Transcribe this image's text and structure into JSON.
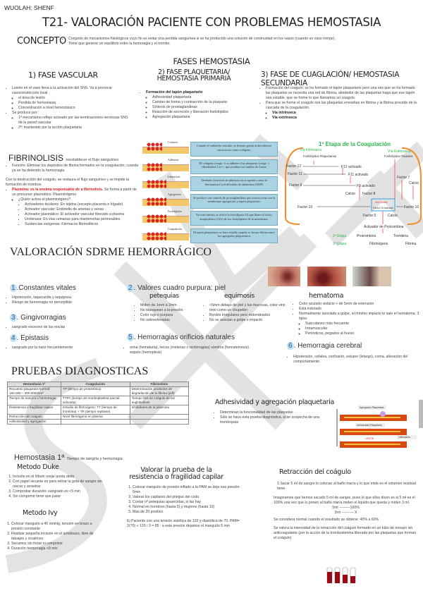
{
  "watermark_header": "WUOLAH: SHENF",
  "title": "T21- VALORACIÓN PACIENTE CON PROBLEMAS HEMOSTASIA",
  "concepto": {
    "label": "CONCEPTO",
    "items": [
      "Conjunto de mecanismos fisiológicos cuyo fin es evitar una perdida sanguínea si se ha producido una solución de continuidad en los vasos (cuando un vaso rompe).",
      "Tiene que generar un equilibrio entre la hemoragia y el trombo."
    ]
  },
  "fases": {
    "title": "FASES HEMOSTASIA",
    "vascular": {
      "title": "1) FASE VASCULAR",
      "intro": "Lesión en el vaso lleva a la activación del SNS. Va a provocar vasoconstricción local",
      "sub": [
        "el área de lesión",
        "Perdida de hemostasia",
        "Concentración a nivel hemostásico"
      ],
      "produce": "Se produce por:",
      "p1": "1º mecanismo reflejo activado por las terminaciones nerviosas SNS de la pared vascular",
      "p2": "2º: mantenido por la acción plaquetaria"
    },
    "plaquetaria": {
      "title": "2) FASE PLAQUETARIA/ HEMOSTASIA PRIMARIA",
      "main": "Formación del tapón plaquetario",
      "sub": [
        "Adhesividad plaquetaria",
        "Cambio de forma y contracción de la plaqueta",
        "Síntesis de prostaglandinas",
        "Reacción de secreción y liberación fosfolípidos",
        "Agregación plaquetaria"
      ]
    },
    "coagulacion": {
      "title": "3) FASE DE CUAGLACIÓN/ HEMOSTASIA SECUNDARIA",
      "p1": "Formación del coagulo: se ha formado el tapón plaquetario pero una vez que se ha formado las plaquetas se necesita una red de fibrina, alrededor de las plaquetas haga que ese tapón sea estable, que se forme lo que llamamos un coagulo.",
      "p2": "Para que se forme el coagulo son las plaquetas envueltas en fibrina y la fibrina procede de la cascada de la coagulación.",
      "vias": [
        "Vía intrínseca",
        "Vía extrínseca"
      ]
    }
  },
  "platelet_steps": [
    {
      "label": "Contacto",
      "text": "Cuando el endotelio vascular se lesiona queda al descubierto estructuras como colágeno"
    },
    {
      "label": "Adhesión",
      "text": "El colágeno (carga +) se adhiere a las plaquetas (carga -) liberándose Ca++, que produce un cambio de forma"
    },
    {
      "label": "Liberación",
      "text": "También favorecen la adhesión otros agentes como la Serotonina,Ca,el difosfato de adenosina (ADP)"
    },
    {
      "label": "Agregación",
      "text": "Se produce una síntesis de prostaglandinas que interacciona con la membrana: agregación y tapón plaquetario"
    },
    {
      "label": "Fosfolípidos",
      "text": "En esta síntesis se activa la fosfolipasa A2 que libera el ácido araquidónico (AA) de los fosfolípidos de la membrana."
    },
    {
      "label": "Coagulación",
      "text": "El tapón plaquetario se hace estable cuando se forma fibrina entre los agregados plaquetarios"
    }
  ],
  "cascade": {
    "title": "1º Etapa de la Coagulación",
    "intrinseca": "Vía Intrínseca",
    "extrinseca": "Vía Extrínseca",
    "fos_plaq": "Fosfolípidos Plaquetarios",
    "fos_tis": "Fosfolípidos Tisulares",
    "f12": "Factor 12",
    "f12a": "F12 activado",
    "f11": "Factor 11",
    "f11a": "F11 activado",
    "f9": "Factor 9",
    "f9a": "F9 activado",
    "calcio": "Calcio",
    "f8": "Factor 8",
    "f10": "Factor 10",
    "f10a": "Factor 10 activado",
    "f7": "Factor 7",
    "f5": "Factor 5",
    "activador": "Activador de Protrombina",
    "etapa2": "2º Etapa",
    "etapa3": "3º Etapa",
    "protrombina": "Protrombina",
    "trombina": "Trombina",
    "fibrinogeno": "Fibrinógeno",
    "fibrina": "Fibrina",
    "box_label": "Vía Común"
  },
  "fibrinolisis": {
    "title": "FIBRINOLISIS",
    "subtitle": "reestablecer el flujo sanguíneo",
    "funcion": "Función: Eliminar los depósitos de fibrina formados en la coagulación, cuando ya se ha detenido la hemorragia.",
    "destruccion": "Con la destrucción del coágulo, se restaura el flujo sanguíneo y se impide la formación de trombos.",
    "plasmina": "Plasmina: es la enzima responsable de a fibrinolisis.",
    "forma": "Se forma a partir de un precursor plasmático: Plasminógeno",
    "quien": "¿Quién activa el plasminógeno?",
    "activadores": [
      "Activadores tisulares: En tejidos (excepto placenta e hígado)",
      "Activador vascular: Endotelio de arterias y venas",
      "Activador plasmático: El activador vascular liberado a plasma",
      "Urokinasa: En vías urinarias para mantenerlas permeables.",
      "Sustancias exógenas: Fármacos fibrinolíticos"
    ]
  },
  "valoracion": {
    "title": "VALORACIÓN SDRME HEMORRÁGICO",
    "s1": {
      "num": "1",
      "title": "Constantes vitales",
      "items": [
        "Hipotensión, taquicardia y taquipnea.",
        "Riesgo de hemorragia no perceptible"
      ]
    },
    "s2": {
      "num": "2",
      "title": "Valores cuadro purpura: piel",
      "petequias": "petequias",
      "pet_items": [
        "Miden de 1mm a 2mm",
        "No blanquean a la presión",
        "Color rojo o purpura",
        "No sobreelevadas"
      ],
      "equimosis": "equimosis",
      "equ_items": [
        "<5mm debajo de piel y las mucosas, color vino tinto como un chupetón",
        "Bordes irregulares pero redondeados",
        "No se asocian a golpe e impacto"
      ]
    },
    "s3": {
      "num": "3",
      "title": "Gingivorragias",
      "items": [
        "sangrado excesivo de las encías"
      ]
    },
    "s4": {
      "num": "4",
      "title": "Epistasis",
      "items": [
        "sangrado por la nariz frecuentemente"
      ]
    },
    "s5": {
      "num": "5",
      "title": "Hemorragias orificios naturales",
      "items": [
        "orina (hematuria), heces (melenas o rectorragias) vómitos (hematemesis) esputo (hemoptisis)"
      ]
    },
    "hematoma": {
      "title": "hematoma",
      "items": [
        "Color azulado violácio > de 5mm de extensión",
        "Está indurado",
        "Normalmente asociado a golpe, al mínimo impacto le sale el hematoma. 3 tipos:"
      ],
      "tipos": [
        "Subcutáneo más frecuente",
        "Intramuscular",
        "Periósticos, pegados al hueso"
      ]
    },
    "s6": {
      "num": "6",
      "title": "Hemorragia cerebral",
      "items": [
        "Hipotensión, cefalea, confusión, estupor (letargo), coma, alteración del comportamiento"
      ]
    }
  },
  "pruebas": {
    "title": "PRUEBAS DIAGNOSTICAS",
    "table": {
      "headers": [
        "Hemostasia 1ª",
        "Coagulación",
        "Fibrinolisis"
      ],
      "rows": [
        [
          "Recuento plaquetas Normal: 150.000 – 300.000/mm³",
          "TP (tiempo de protombina)",
          "Determinación productos de degradación de la fibrina (pdf)"
        ],
        [
          "Tiempo de sangría o hemorragia",
          "TTPA (tiempo de tromboplastina parcial activada)",
          "Tiempo lisis de coágulo de las euglobulinas"
        ],
        [
          "Resistencia o fragilidad capilar",
          "Estudio de fibrinógeno: TT (tiempo de trombina) + TR (tiempo reptilase)",
          "Inhibidores de la plasmina"
        ],
        [
          "Retracción del coágulo",
          "Nivel fibrinógeno en plasma",
          ""
        ],
        [
          "Adhesividad y agregación",
          "",
          ""
        ]
      ]
    },
    "adhesividad": {
      "title": "Adhesividad y agregación plaquetaria",
      "items": [
        "Determinan la funcionalidad de las plaquetas",
        "Sólo se hace esta prueba diagnóstica, si se sospecha de una trombopaia"
      ],
      "fig_labels": [
        "Agregación Plaquetaria",
        "Adhesividad Plaquetaria",
        "LESIÓN",
        "Inflamación"
      ]
    }
  },
  "hemostasia1": {
    "title": "Hemostasia 1ª",
    "subtitle": "Tiempo de sangría y hemorragia",
    "duke": {
      "title": "Metodo Duke",
      "items": [
        "Incisión en el lóbulo oreja/ punta dedo",
        "Con papel secante es para retirar la gota de sangre sin rascar y arrastrar",
        "Comprobar duración: sangrado es <5 min",
        "Sin comprimir tiene que parar"
      ]
    },
    "ivy": {
      "title": "Metodo Ivy",
      "items": [
        "Colocar manguito a 40 mmHg, tensión en brazo a presión constante",
        "Realizar pequeña incisión en el antebrazo, libre de tatuajes y cicatrices",
        "Secamos sin frotar ni comprimir",
        "Duración hemorragia <9 min"
      ]
    },
    "fragilidad": {
      "title": "Valorar la prueba de la resistencia o fragilidad capilar",
      "items": [
        "Colocar manguito de presión inflado a la PAM se deja esa presión 5min",
        "Valorar los capilares del pliegue del codo",
        "Contar nº petequias aparecidas, si las hay",
        "Normal en hombres (hasta 5) y mujeres (hasta 10)",
        "Mas de 20 positivo"
      ],
      "ejemplo": "Ej Paciente con una tensión sistólica de 120 y diastólica de 70.    PAM= 2(70) + 120 / 3 = 85 : a esta presión dejamos el manguito 5 min"
    },
    "retraccion": {
      "title": "Retracción del coágulo",
      "p1": "1.Sacar 5 ml de sangre lo colocan al baño maría y lo que mide es el volumen residual tiene.",
      "p2": "Imaginamos que hemos sacado 5 ml de sangre, pues lo que ellos dicen es si 5 ml es el 100% una vez que lo ponen al baño maría miden el liquido que queda y miden 3 ml.",
      "calc1": "5ml ---------100%",
      "calc2": "3ml ---------- X",
      "normal": "Se considera normal cuando el resultado se obtiene: 40% a 60%",
      "p3": "Se valora la intensidad de la retracción del coágulo formado en un tubo de ensayo sin anticoagulante (por la acción de la trombostenina liberada por las plaquetas que forman el coágulo)"
    }
  },
  "colors": {
    "red": "#e02020",
    "blue_num": "#bfe0f7",
    "green": "#2db84d",
    "orange": "#f28c28",
    "box": "#a9d3e3",
    "watermark": "#d9d9d9"
  }
}
